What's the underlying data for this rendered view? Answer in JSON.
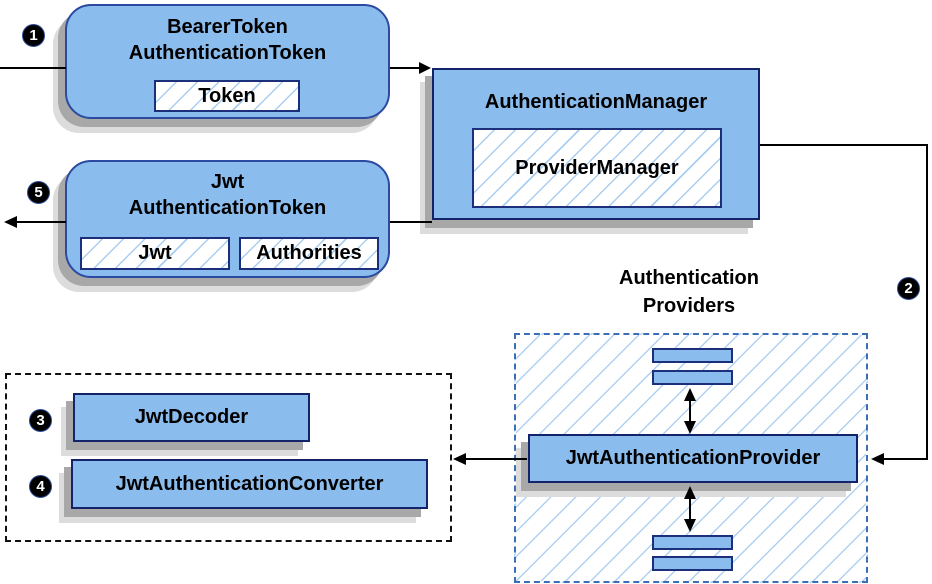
{
  "badges": {
    "b1": "1",
    "b2": "2",
    "b3": "3",
    "b4": "4",
    "b5": "5"
  },
  "nodes": {
    "bearer_token": {
      "title_line1": "BearerToken",
      "title_line2": "AuthenticationToken",
      "field": "Token"
    },
    "authentication_manager": {
      "title": "AuthenticationManager",
      "field": "ProviderManager"
    },
    "jwt_authentication_token": {
      "title_line1": "Jwt",
      "title_line2": "AuthenticationToken",
      "field1": "Jwt",
      "field2": "Authorities"
    },
    "providers_region": {
      "label_line1": "Authentication",
      "label_line2": "Providers"
    },
    "jwt_authentication_provider": {
      "title": "JwtAuthenticationProvider"
    },
    "jwt_decoder": {
      "title": "JwtDecoder"
    },
    "jwt_authentication_converter": {
      "title": "JwtAuthenticationConverter"
    }
  },
  "colors": {
    "node_fill": "#8bbcee",
    "node_border": "#14246b",
    "rounded_border": "#2b4aa0",
    "hatch_line": "#a9cdf0",
    "region_border": "#3a6eb5",
    "shadow": "#a8a8a8",
    "arrow": "#000000"
  }
}
